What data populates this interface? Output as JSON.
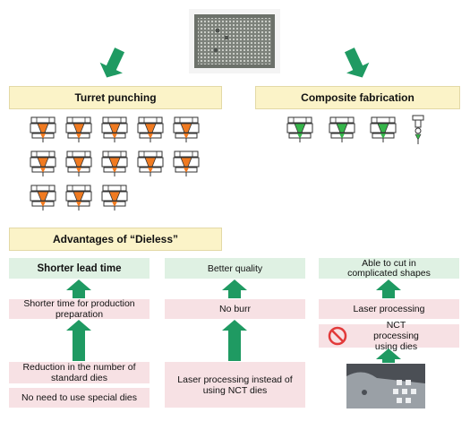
{
  "top": {
    "left_header": "Turret punching",
    "right_header": "Composite fabrication"
  },
  "advantages_header": "Advantages of “Dieless”",
  "columns": [
    {
      "benefit": "Shorter lead time",
      "reason": "Shorter time for production preparation",
      "causes": [
        "Reduction in the number of standard dies",
        "No need to use special dies"
      ]
    },
    {
      "benefit": "Better quality",
      "reason": "No burr",
      "causes": [
        "Laser processing instead of using NCT dies"
      ]
    },
    {
      "benefit": "Able to cut in complicated shapes",
      "reason": "Laser processing",
      "causes": [
        "NCT processing using dies"
      ]
    }
  ],
  "colors": {
    "arrow": "#1f9a62",
    "header_bg": "#fbf3c8",
    "green_box": "#dff1e3",
    "pink_box": "#f7e1e4",
    "turret_die_fill": "#f07a20",
    "composite_die_fill": "#35b54a",
    "prohibit": "#e23a3a"
  }
}
